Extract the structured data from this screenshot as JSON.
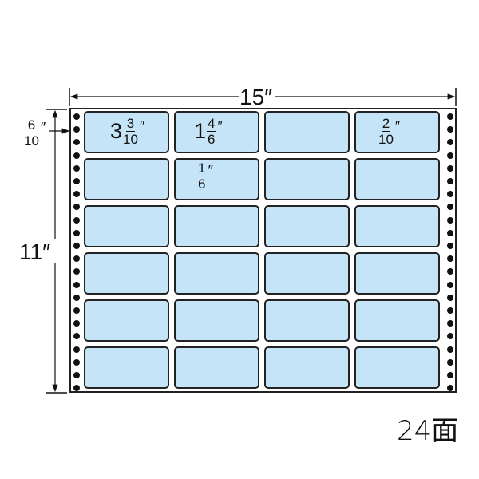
{
  "sheet": {
    "width_label": "15″",
    "height_label": "11″",
    "top_margin": {
      "num": "6",
      "den": "10",
      "unit": "″"
    },
    "label_width": {
      "whole": "3",
      "num": "3",
      "den": "10",
      "unit": "″"
    },
    "label_height": {
      "whole": "1",
      "num": "4",
      "den": "6",
      "unit": "″"
    },
    "row_gap": {
      "num": "1",
      "den": "6",
      "unit": "″"
    },
    "col_gap": {
      "num": "2",
      "den": "10",
      "unit": "″"
    },
    "count_label": "24面",
    "columns": 4,
    "rows": 6,
    "label_color": "#c6e4f8"
  }
}
